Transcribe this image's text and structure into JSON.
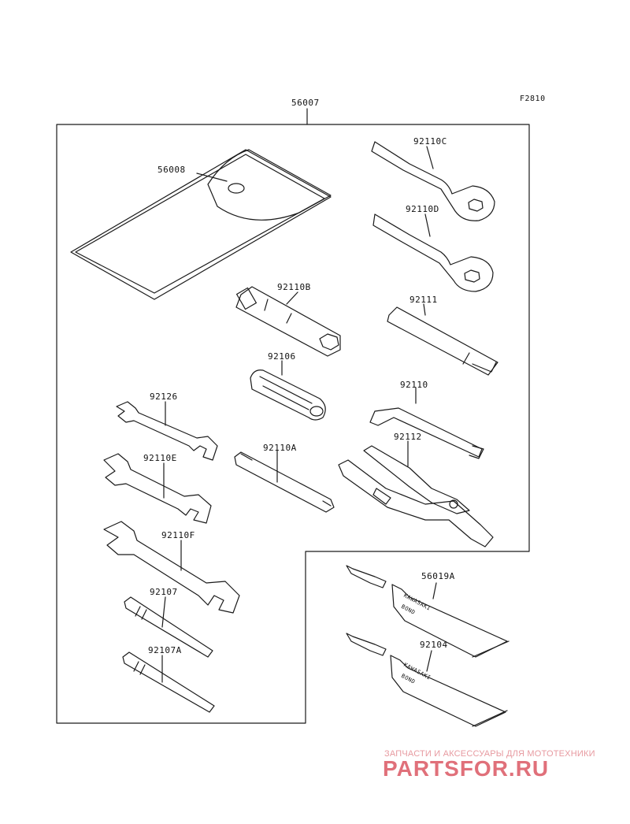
{
  "figure_code": "F2810",
  "labels": {
    "kit": "56007",
    "bag": "56008",
    "w_c": "92110C",
    "w_d": "92110D",
    "plug": "92110B",
    "ext": "92111",
    "sock": "92106",
    "hex": "92110",
    "w126": "92126",
    "pin": "92110A",
    "plier": "92112",
    "w_e": "92110E",
    "w_f": "92110F",
    "drv1": "92107",
    "drv2": "92107A",
    "bond1": "56019A",
    "bond2": "92104"
  },
  "tube_text": {
    "brand": "KAWASAKI",
    "product": "BOND"
  },
  "watermark": {
    "caption": "ЗАПЧАСТИ И АКСЕССУАРЫ ДЛЯ МОТОТЕХНИКИ",
    "logo": "PARTSFOR.RU"
  },
  "colors": {
    "line": "#1a1a1a",
    "watermark": "#e0707a"
  }
}
